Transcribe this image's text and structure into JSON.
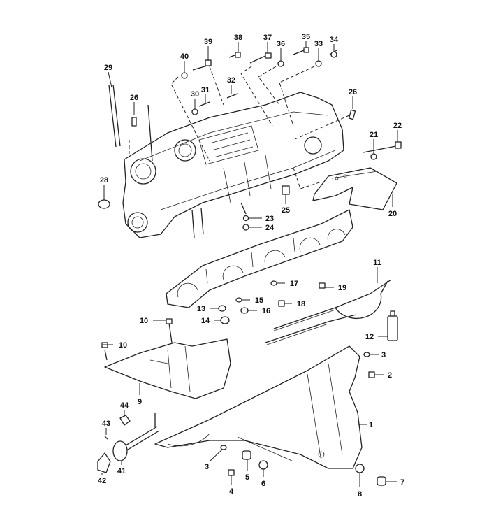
{
  "callouts": [
    "29",
    "26",
    "40",
    "39",
    "38",
    "37",
    "36",
    "35",
    "33",
    "34",
    "30",
    "31",
    "32",
    "26",
    "21",
    "22",
    "28",
    "25",
    "20",
    "23",
    "24",
    "11",
    "17",
    "19",
    "13",
    "15",
    "16",
    "18",
    "14",
    "10",
    "12",
    "10",
    "3",
    "2",
    "9",
    "44",
    "43",
    "1",
    "41",
    "42",
    "3",
    "5",
    "6",
    "4",
    "8",
    "7"
  ]
}
